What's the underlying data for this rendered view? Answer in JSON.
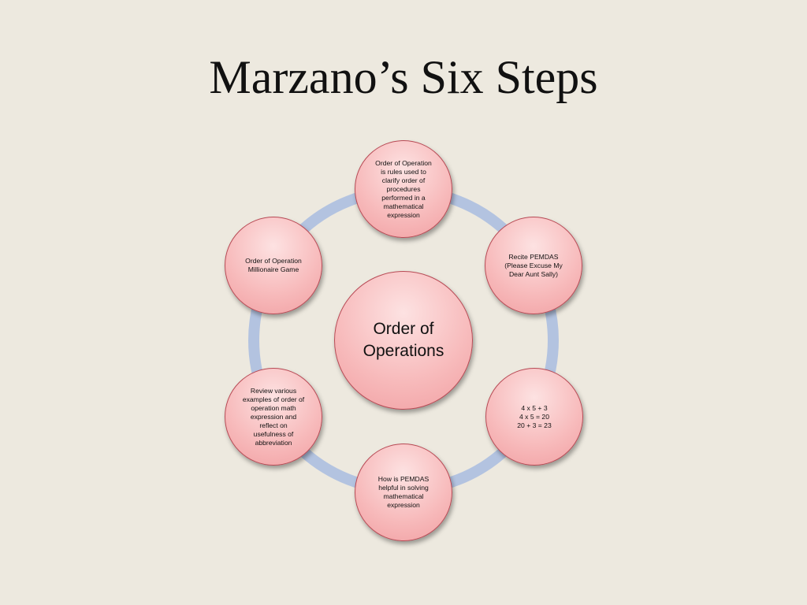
{
  "title": "Marzano’s Six Steps",
  "colors": {
    "background": "#ede9df",
    "ring": "#b3c3e0",
    "node_fill": "#f7b9ba",
    "node_border": "#b84a55"
  },
  "center_node": {
    "text": "Order of\nOperations"
  },
  "outer_nodes": [
    {
      "text": "Order of Operation\nis rules used to\nclarify order of\nprocedures\nperformed in a\nmathematical\nexpression"
    },
    {
      "text": "Recite PEMDAS\n(Please Excuse My\nDear Aunt Sally)"
    },
    {
      "text": "4 x 5 + 3\n4 x 5 = 20\n20 + 3 = 23"
    },
    {
      "text": "How is PEMDAS\nhelpful in solving\nmathematical\nexpression"
    },
    {
      "text": "Review various\nexamples of order of\noperation math\nexpression and\nreflect  on\nusefulness of\nabbreviation"
    },
    {
      "text": "Order of Operation\nMillionaire Game"
    }
  ]
}
